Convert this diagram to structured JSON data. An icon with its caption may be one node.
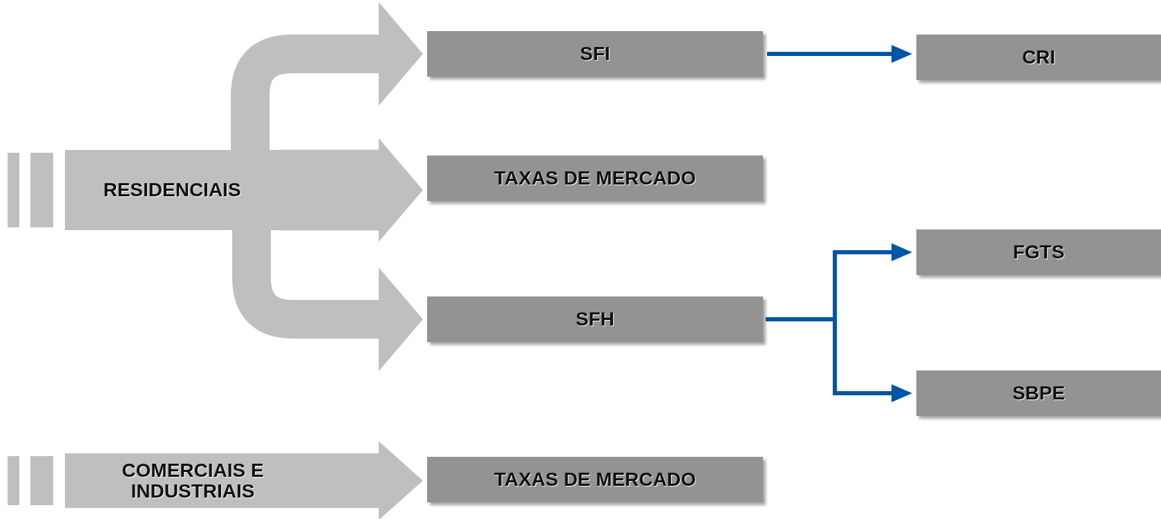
{
  "diagram": {
    "nodes": [
      {
        "text": [
          "RESIDENCIAIS"
        ]
      },
      {
        "text": [
          "COMERCIAIS E INDUSTRIAIS"
        ]
      },
      {
        "text": [
          "SFI"
        ]
      },
      {
        "text": [
          "TAXAS DE MERCADO"
        ]
      },
      {
        "text": [
          "SFH"
        ]
      },
      {
        "text": [
          "TAXAS DE MERCADO"
        ]
      },
      {
        "text": [
          "CRI"
        ]
      },
      {
        "text": [
          "FGTS"
        ]
      },
      {
        "text": [
          "SBPE"
        ]
      }
    ],
    "edges": [
      {
        "from": 0,
        "to": 2,
        "arrow": "to"
      },
      {
        "from": 0,
        "to": 3,
        "arrow": "to",
        "style": "thick"
      },
      {
        "from": 0,
        "to": 4,
        "arrow": "to"
      },
      {
        "from": 1,
        "to": 5,
        "arrow": "to"
      },
      {
        "from": 2,
        "to": 6,
        "arrow": "to",
        "color": "#0055a5"
      },
      {
        "from": 4,
        "to": 7,
        "arrow": "to",
        "color": "#0055a5"
      },
      {
        "from": 4,
        "to": 8,
        "arrow": "to",
        "color": "#0055a5"
      }
    ]
  }
}
